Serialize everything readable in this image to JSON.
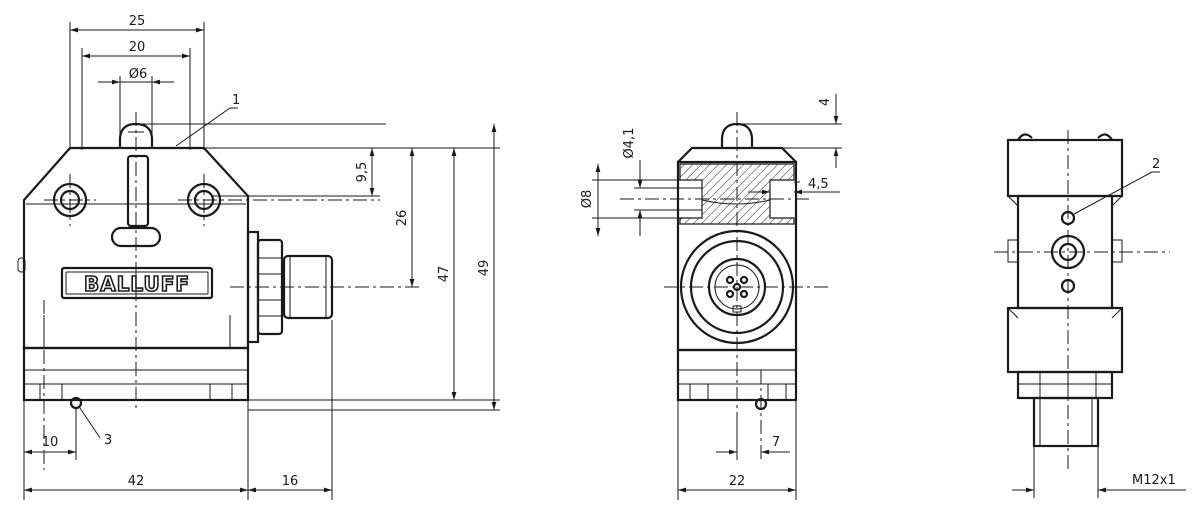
{
  "front_view": {
    "brand": "BALLUFF",
    "dims": {
      "top_outer": "25",
      "top_inner": "20",
      "plunger_dia": "Ø6",
      "callout_1": "1",
      "height_1": "9,5",
      "height_2": "26",
      "height_3": "47",
      "height_4": "49",
      "offset_left": "10",
      "callout_3": "3",
      "width_body": "42",
      "width_connector": "16"
    }
  },
  "side_view": {
    "dims": {
      "top_offset": "4",
      "hole_small": "Ø4,1",
      "hole_large": "Ø8",
      "counterbore": "4,5",
      "pin_offset": "7",
      "width": "22"
    }
  },
  "rear_view": {
    "dims": {
      "callout_2": "2",
      "thread": "M12x1"
    }
  }
}
